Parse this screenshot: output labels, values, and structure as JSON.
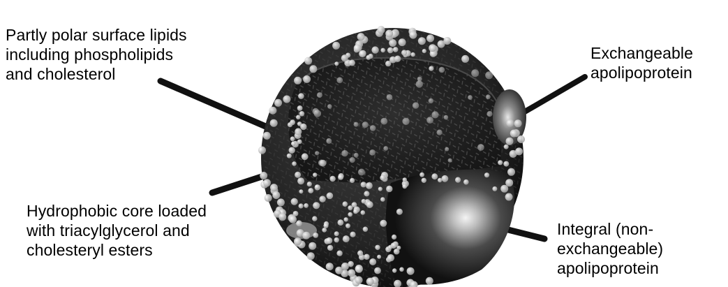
{
  "labels": {
    "surface_lipids": [
      "Partly polar surface lipids",
      "including phospholipids",
      "and cholesterol"
    ],
    "exchangeable": [
      "Exchangeable",
      "apolipoprotein"
    ],
    "core": [
      "Hydrophobic core loaded",
      "with triacylglycerol and",
      "cholesteryl esters"
    ],
    "integral": [
      "Integral (non-",
      "exchangeable)",
      "apolipoprotein"
    ]
  },
  "colors": {
    "background": "#ffffff",
    "text": "#000000",
    "particle_dark": "#1a1a1a",
    "particle_mid": "#3c3c3c",
    "beads": "#d6d6d6",
    "protein_highlight": "#f2f2f2",
    "leader_lines": "#111111"
  },
  "icons": {
    "particle": "lipoprotein-particle-illustration"
  }
}
